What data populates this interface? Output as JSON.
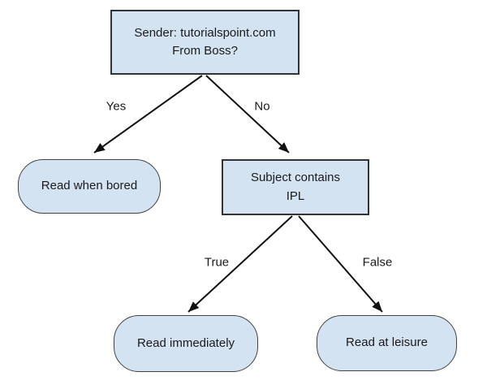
{
  "diagram": {
    "type": "decision-tree-flowchart",
    "background_color": "#ffffff",
    "node_fill_color": "#d4e3f2",
    "node_border_color": "#333333",
    "arrow_color": "#111111",
    "nodes": {
      "root": {
        "text": "Sender: tutorialspoint.com\nFrom Boss?",
        "shape": "rectangle"
      },
      "read_when_bored": {
        "text": "Read when bored",
        "shape": "rounded"
      },
      "subject_contains_ipl": {
        "text": "Subject contains\nIPL",
        "shape": "rectangle"
      },
      "read_immediately": {
        "text": "Read immediately",
        "shape": "rounded"
      },
      "read_at_leisure": {
        "text": "Read at leisure",
        "shape": "rounded"
      }
    },
    "edge_labels": {
      "yes": "Yes",
      "no": "No",
      "true": "True",
      "false": "False"
    }
  }
}
